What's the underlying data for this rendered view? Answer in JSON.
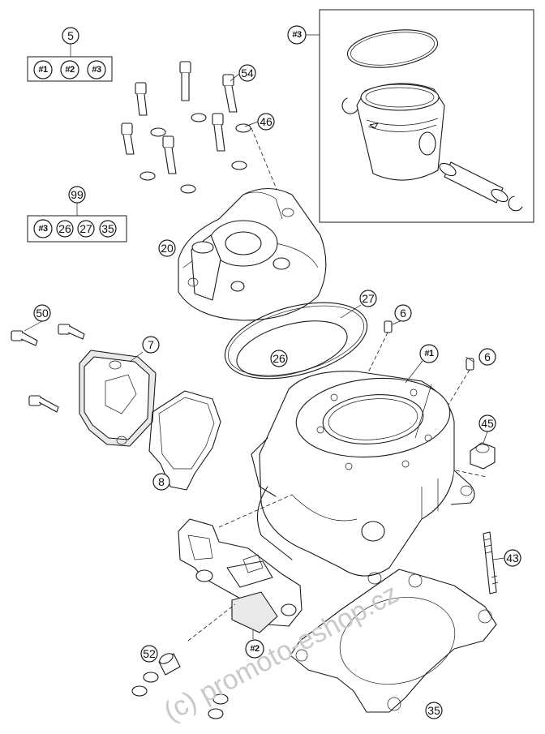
{
  "callouts": {
    "kit5": "5",
    "kit5_items": [
      "#1",
      "#2",
      "#3"
    ],
    "kit99": "99",
    "kit99_items": [
      "#3",
      "26",
      "27",
      "35"
    ],
    "piston_kit": "#3",
    "bolt_head": "54",
    "washer": "46",
    "cylinder_head": "20",
    "o_ring_large": "27",
    "o_ring_small": "26",
    "bolt_50": "50",
    "cover_7": "7",
    "gasket_8": "8",
    "pin_left": "6",
    "pin_right": "6",
    "cylinder": "#1",
    "nut_45": "45",
    "stud_43": "43",
    "exhaust_control": "#2",
    "bolt_52": "52",
    "base_gasket": "35"
  },
  "watermark": "(c) promoto-eshop.cz"
}
